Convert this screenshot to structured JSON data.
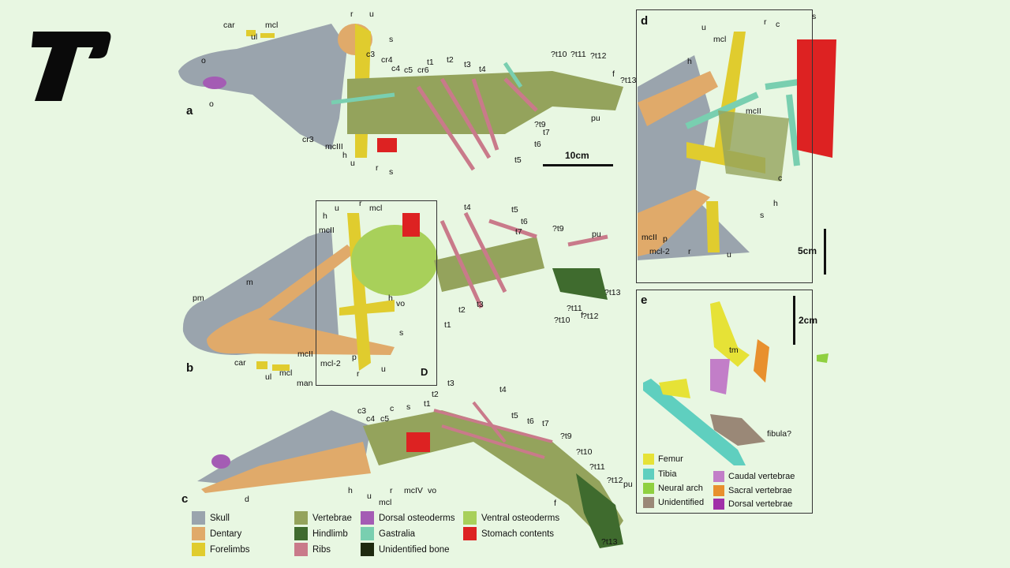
{
  "colors": {
    "skull": "#9aa4ad",
    "dentary": "#e0aa6a",
    "forelimbs": "#e0cc2e",
    "vertebrae": "#94a35c",
    "hindlimb": "#3f6b2e",
    "ribs": "#c97a8a",
    "dorsal_osteoderms": "#a45cb4",
    "gastralia": "#79cfb0",
    "unidentified_bone": "#1f2a10",
    "ventral_osteoderms": "#a8d05a",
    "stomach": "#dd2222",
    "femur": "#e6e236",
    "tibia": "#5fcfbf",
    "neural_arch": "#8fd040",
    "unidentified": "#9a8877",
    "caudal": "#c27ec8",
    "sacral": "#e8902e",
    "dorsal_vert": "#a030a8"
  },
  "logo": "T",
  "panels": {
    "a": {
      "letter": "a",
      "scale": "10cm",
      "labels": [
        "car",
        "ul",
        "mcl",
        "o",
        "o",
        "r",
        "u",
        "s",
        "c3",
        "cr4",
        "c4",
        "c5",
        "cr6",
        "t1",
        "t2",
        "t3",
        "t4",
        "?t10",
        "?t11",
        "?t12",
        "f",
        "?t13",
        "?t9",
        "t7",
        "t6",
        "t5",
        "pu",
        "cr3",
        "mcIII",
        "h",
        "u",
        "r",
        "s"
      ]
    },
    "b": {
      "letter": "b",
      "inset_letter": "D",
      "labels": [
        "r",
        "u",
        "mcl",
        "h",
        "mcII",
        "t4",
        "t5",
        "t6",
        "t7",
        "?t9",
        "pu",
        "?t13",
        "f",
        "?t12",
        "?t11",
        "?t10",
        "t3",
        "t2",
        "t1",
        "vo",
        "h",
        "s",
        "pm",
        "m",
        "mcII",
        "mcl",
        "car",
        "ul",
        "mcl-2",
        "man",
        "p",
        "u",
        "r"
      ]
    },
    "c": {
      "letter": "c",
      "labels": [
        "c3",
        "c4",
        "c5",
        "c",
        "s",
        "t1",
        "t2",
        "t3",
        "t4",
        "t5",
        "t6",
        "t7",
        "?t9",
        "?t10",
        "?t11",
        "?t12",
        "pu",
        "f",
        "?t13",
        "h",
        "u",
        "r",
        "mcl",
        "mcIV",
        "vo",
        "d"
      ]
    },
    "d": {
      "letter": "d",
      "scale": "5cm",
      "labels": [
        "u",
        "r",
        "s",
        "mcl",
        "c",
        "h",
        "mcII",
        "c",
        "h",
        "s",
        "mcII",
        "p",
        "mcl-2",
        "r",
        "u"
      ]
    },
    "e": {
      "letter": "e",
      "scale": "2cm",
      "labels": [
        "tm",
        "fibula?"
      ],
      "legend": [
        "Femur",
        "Tibia",
        "Neural arch",
        "Unidentified",
        "Caudal vertebrae",
        "Sacral vertebrae",
        "Dorsal vertebrae"
      ]
    }
  },
  "legend": [
    "Skull",
    "Dentary",
    "Forelimbs",
    "Vertebrae",
    "Hindlimb",
    "Ribs",
    "Dorsal osteoderms",
    "Gastralia",
    "Unidentified bone",
    "Ventral osteoderms",
    "Stomach contents"
  ]
}
